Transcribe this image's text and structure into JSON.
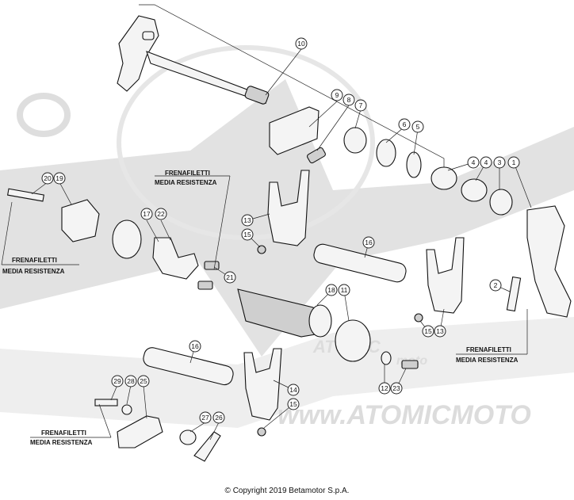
{
  "copyright": "© Copyright 2019 Betamotor S.p.A.",
  "watermark": {
    "url": "www.ATOMICMOTO",
    "brand": "ATOMIC",
    "brand_sub": "moto"
  },
  "notes": [
    {
      "line1": "FRENAFILETTI",
      "line2": "MEDIA RESISTENZA"
    },
    {
      "line1": "FRENAFILETTI",
      "line2": "MEDIA RESISTENZA"
    },
    {
      "line1": "FRENAFILETTI",
      "line2": "MEDIA RESISTENZA"
    },
    {
      "line1": "FRENAFILETTI",
      "line2": "MEDIA RESISTENZA"
    }
  ],
  "callouts": [
    "1",
    "2",
    "3",
    "4",
    "4",
    "5",
    "6",
    "7",
    "8",
    "9",
    "10",
    "11",
    "12",
    "13",
    "13",
    "14",
    "15",
    "15",
    "15",
    "16",
    "16",
    "17",
    "18",
    "19",
    "20",
    "21",
    "22",
    "23",
    "25",
    "26",
    "27",
    "28",
    "29"
  ]
}
